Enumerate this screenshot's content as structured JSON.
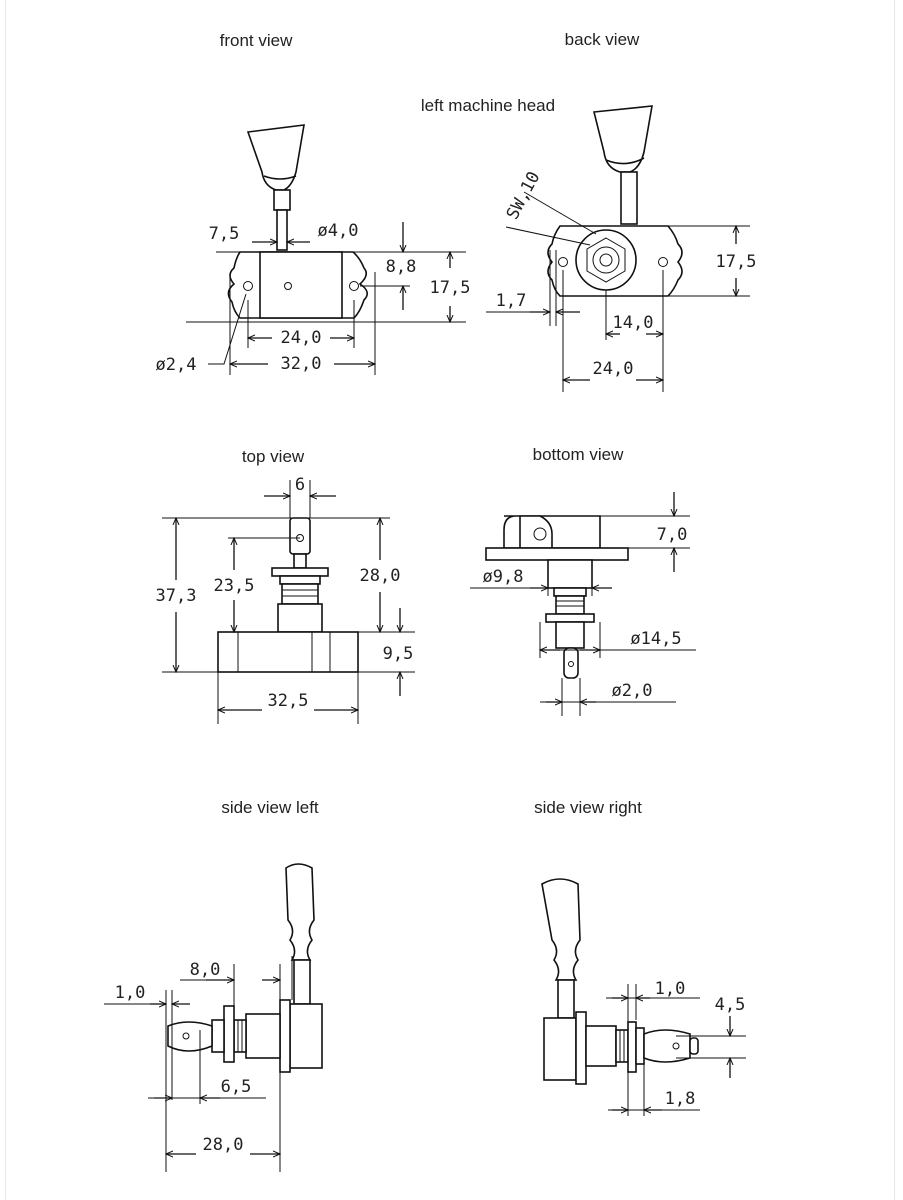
{
  "titles": {
    "front": "front view",
    "back": "back view",
    "heading": "left machine head",
    "top": "top view",
    "bottom": "bottom view",
    "side_left": "side view left",
    "side_right": "side view right"
  },
  "front": {
    "d_7_5": "7,5",
    "d_phi4": "ø4,0",
    "d_8_8": "8,8",
    "d_17_5": "17,5",
    "d_24": "24,0",
    "d_32": "32,0",
    "d_phi2_4": "ø2,4"
  },
  "back": {
    "d_sw": "SW,10",
    "d_17_5": "17,5",
    "d_1_7": "1,7",
    "d_14": "14,0",
    "d_24": "24,0"
  },
  "top": {
    "d_6": "6",
    "d_37_3": "37,3",
    "d_23_5": "23,5",
    "d_28": "28,0",
    "d_9_5": "9,5",
    "d_32_5": "32,5"
  },
  "bottom": {
    "d_7": "7,0",
    "d_phi9_8": "ø9,8",
    "d_phi14_5": "ø14,5",
    "d_phi2": "ø2,0"
  },
  "side_left": {
    "d_8": "8,0",
    "d_1": "1,0",
    "d_6_5": "6,5",
    "d_28": "28,0"
  },
  "side_right": {
    "d_1": "1,0",
    "d_4_5": "4,5",
    "d_1_8": "1,8"
  }
}
